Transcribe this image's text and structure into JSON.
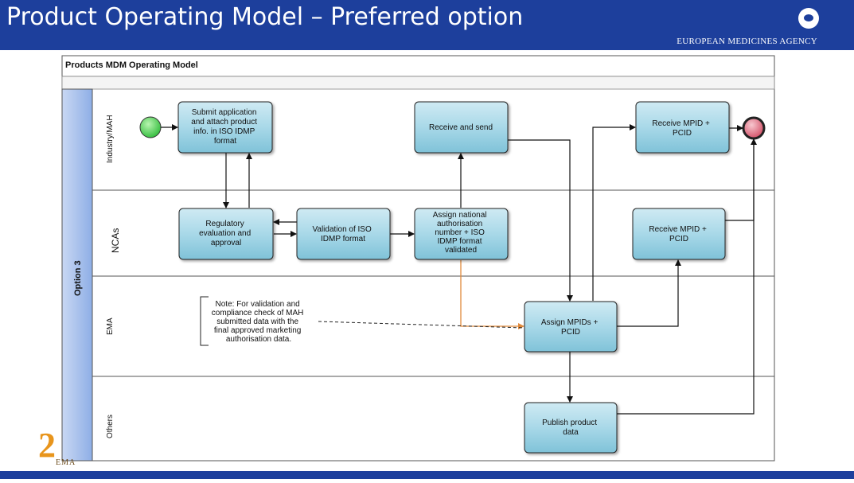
{
  "header": {
    "title": "Product Operating Model – Preferred option",
    "agency": "EUROPEAN MEDICINES AGENCY",
    "logo_icon": "ema-logo-icon"
  },
  "pool": {
    "title": "Products MDM Operating Model",
    "option_label": "Option 3"
  },
  "lanes": {
    "industry": "Industry/MAH",
    "ncas": "NCAs",
    "ema": "EMA",
    "others": "Others"
  },
  "tasks": {
    "submit": [
      "Submit application",
      "and attach product",
      "info. in ISO IDMP",
      "format"
    ],
    "receive_send": [
      "Receive and send"
    ],
    "receive_mpid_industry": [
      "Receive MPID +",
      "PCID"
    ],
    "regulatory": [
      "Regulatory",
      "evaluation and",
      "approval"
    ],
    "validation": [
      "Validation of ISO",
      "IDMP format"
    ],
    "assign_national": [
      "Assign national",
      "authorisation",
      "number + ISO",
      "IDMP format",
      "validated"
    ],
    "receive_mpid_ncas": [
      "Receive MPID +",
      "PCID"
    ],
    "assign_mpids": [
      "Assign MPIDs +",
      "PCID"
    ],
    "publish": [
      "Publish product",
      "data"
    ]
  },
  "note": [
    "Note: For validation and",
    "compliance check of MAH",
    "submitted data with the",
    "final approved marketing",
    "authorisation data."
  ],
  "colors": {
    "header_blue": "#1d3f9c",
    "task_fill": "#9fd3e3",
    "start_event": "#3fcc4a",
    "end_event": "#d9546a",
    "orange_flow": "#e08a3c",
    "option_band": "#9db6e6"
  },
  "corner": {
    "number": "2",
    "text": "EMA"
  }
}
